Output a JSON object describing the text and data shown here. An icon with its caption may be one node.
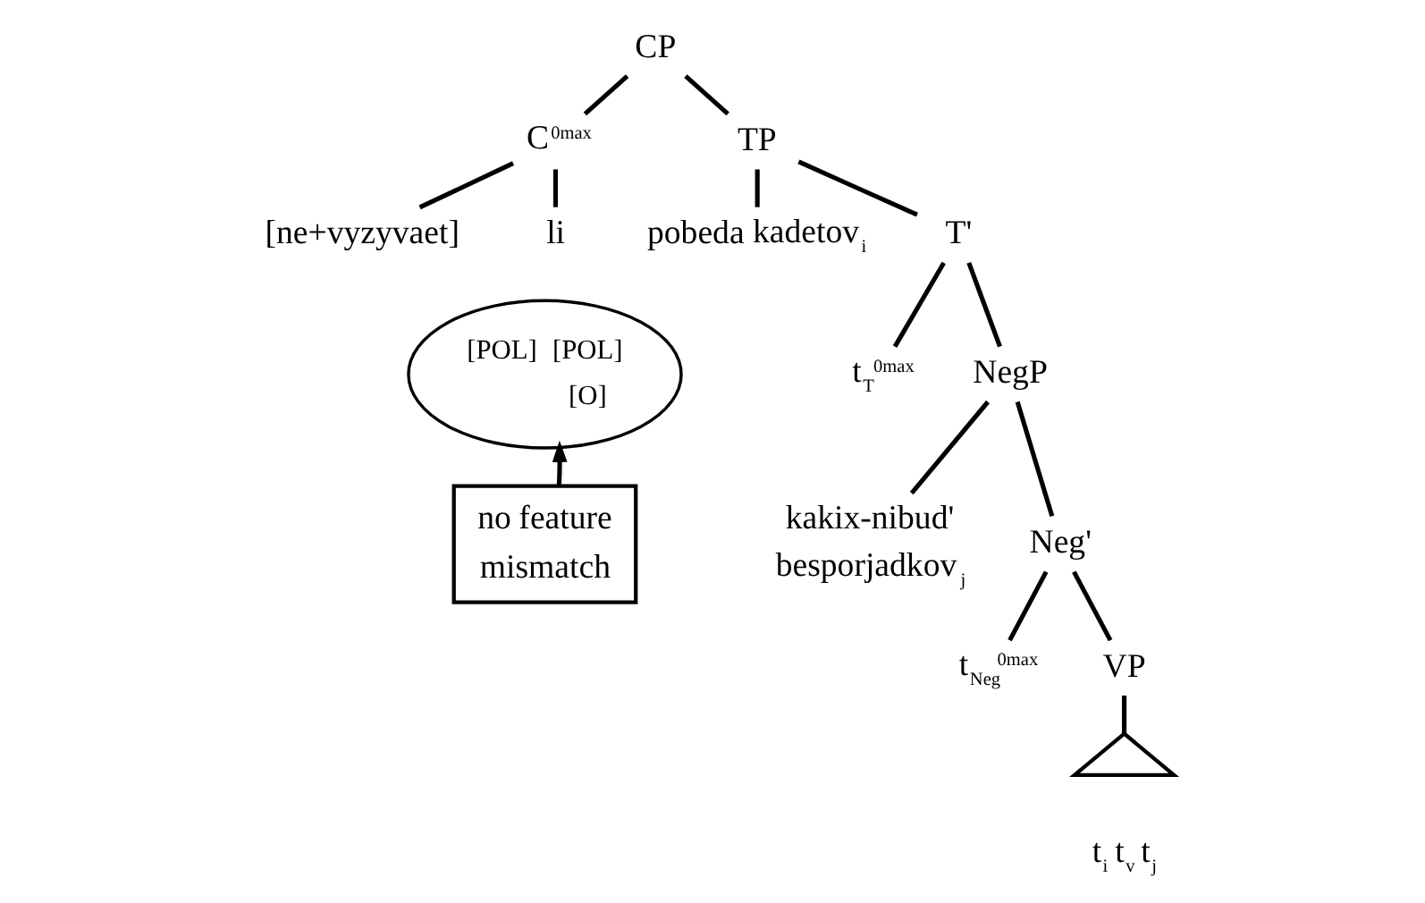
{
  "diagram": {
    "nodes": [
      {
        "text": [
          "CP"
        ]
      },
      {
        "text": [
          "C$^{0max}$"
        ]
      },
      {
        "text": [
          "TP"
        ]
      },
      {
        "text": [
          "[ne+vyzyvaet]"
        ]
      },
      {
        "text": [
          "li"
        ]
      },
      {
        "text": [
          "[POL]",
          "[POL]",
          "[O]"
        ]
      },
      {
        "text": [
          "pobeda kadetov$_{i}$"
        ]
      },
      {
        "text": [
          "T'"
        ]
      },
      {
        "text": [
          "t$_{T}$$^{0max}$"
        ]
      },
      {
        "text": [
          "NegP"
        ]
      },
      {
        "text": [
          "kakix-nibud' besporjadkov$_{j}$"
        ]
      },
      {
        "text": [
          "Neg'"
        ]
      },
      {
        "text": [
          "t$_{Neg}$$^{0max}$"
        ]
      },
      {
        "text": [
          "VP"
        ]
      },
      {
        "text": [],
        "shape": "triangle"
      },
      {
        "text": [
          "t$_{i}$ t$_{v}$ t$_{j}$"
        ]
      },
      {
        "text": [
          "no feature mismatch"
        ]
      }
    ],
    "edges": [
      {
        "from": 0,
        "to": 1,
        "arrow": "none"
      },
      {
        "from": 0,
        "to": 2,
        "arrow": "none"
      },
      {
        "from": 1,
        "to": 3,
        "arrow": "none"
      },
      {
        "from": 1,
        "to": 4,
        "arrow": "none"
      },
      {
        "from": 2,
        "to": 6,
        "arrow": "none"
      },
      {
        "from": 2,
        "to": 7,
        "arrow": "none"
      },
      {
        "from": 7,
        "to": 8,
        "arrow": "none"
      },
      {
        "from": 7,
        "to": 9,
        "arrow": "none"
      },
      {
        "from": 9,
        "to": 10,
        "arrow": "none"
      },
      {
        "from": 9,
        "to": 11,
        "arrow": "none"
      },
      {
        "from": 11,
        "to": 12,
        "arrow": "none"
      },
      {
        "from": 11,
        "to": 13,
        "arrow": "none"
      },
      {
        "from": 13,
        "to": 14,
        "arrow": "none"
      },
      {
        "from": 16,
        "to": 5,
        "arrow": "to"
      }
    ]
  }
}
